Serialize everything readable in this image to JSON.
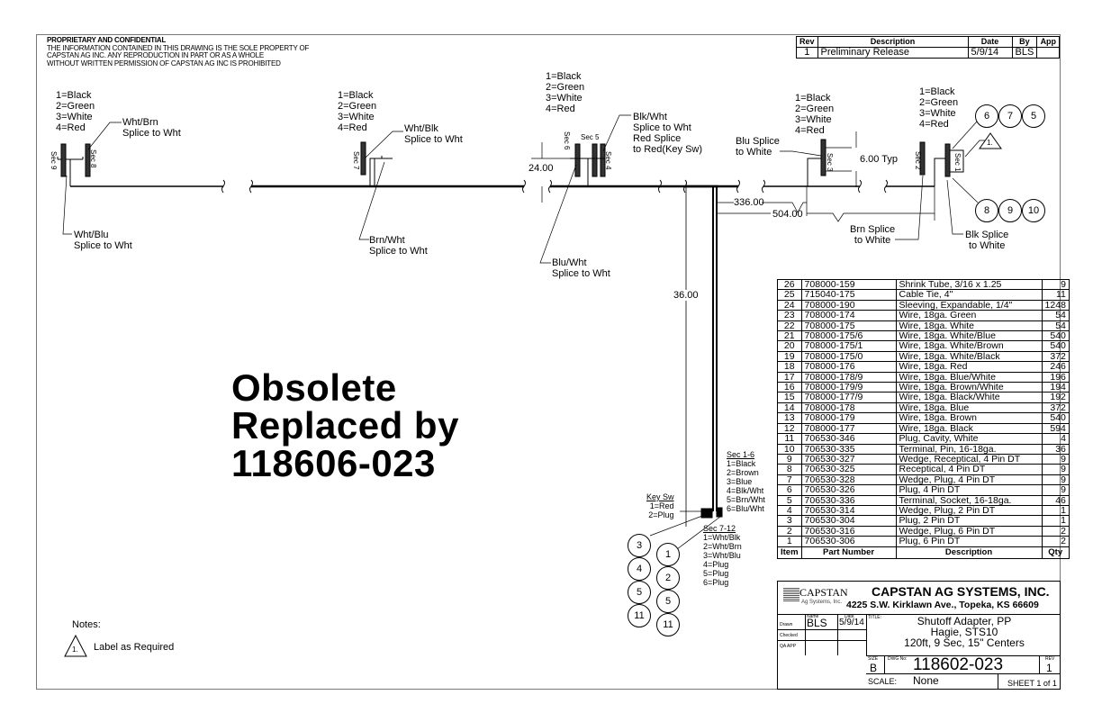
{
  "proprietary": {
    "heading": "PROPRIETARY AND CONFIDENTIAL",
    "lines": [
      "THE INFORMATION CONTAINED IN THIS DRAWING IS THE SOLE PROPERTY OF",
      "CAPSTAN AG INC. ANY REPRODUCTION IN PART OR AS A WHOLE",
      "WITHOUT WRITTEN PERMISSION OF CAPSTAN AG INC IS PROHIBITED"
    ]
  },
  "revision_block": {
    "headers": {
      "rev": "Rev",
      "description": "Description",
      "date": "Date",
      "by": "By",
      "app": "App"
    },
    "rows": [
      {
        "rev": "1",
        "description": "Preliminary Release",
        "date": "5/9/14",
        "by": "BLS",
        "app": ""
      }
    ]
  },
  "pin_legend": [
    "1=Black",
    "2=Green",
    "3=White",
    "4=Red"
  ],
  "sections": {
    "sec9": "Sec 9",
    "sec8": "Sec 8",
    "sec7": "Sec 7",
    "sec6": "Sec 6",
    "sec5": "Sec 5",
    "sec4": "Sec 4",
    "sec3": "Sec 3",
    "sec2": "Sec 2",
    "sec1": "Sec 1"
  },
  "callouts": {
    "wht_brn": [
      "Wht/Brn",
      "Splice to Wht"
    ],
    "wht_blu": [
      "Wht/Blu",
      "Splice to Wht"
    ],
    "wht_blk": [
      "Wht/Blk",
      "Splice to Wht"
    ],
    "brn_wht": [
      "Brn/Wht",
      "Splice to Wht"
    ],
    "blk_wht": [
      "Blk/Wht",
      "Splice to Wht",
      "Red Splice",
      "to Red(Key Sw)"
    ],
    "blu_wht": [
      "Blu/Wht",
      "Splice to Wht"
    ],
    "blu_splice": [
      "Blu Splice",
      "to White"
    ],
    "brn_splice": [
      "Brn Splice",
      "to White"
    ],
    "blk_splice": [
      "Blk Splice",
      "to White"
    ]
  },
  "dimensions": {
    "d24": "24.00",
    "d6typ": "6.00 Typ",
    "d336": "336.00",
    "d504": "504.00",
    "d36": "36.00"
  },
  "balloons_top": [
    "6",
    "7",
    "5"
  ],
  "balloons_bottom": [
    "8",
    "9",
    "10"
  ],
  "note_flag": "1.",
  "connector_legends": {
    "sec1_6": {
      "title": "Sec 1-6",
      "pins": [
        "1=Black",
        "2=Brown",
        "3=Blue",
        "4=Blk/Wht",
        "5=Brn/Wht",
        "6=Blu/Wht"
      ]
    },
    "key_sw": {
      "title": "Key Sw",
      "pins": [
        "1=Red",
        "2=Plug"
      ]
    },
    "sec7_12": {
      "title": "Sec 7-12",
      "pins": [
        "1=Wht/Blk",
        "2=Wht/Brn",
        "3=Wht/Blu",
        "4=Plug",
        "5=Plug",
        "6=Plug"
      ]
    }
  },
  "balloons_left_col": [
    "3",
    "4",
    "5",
    "11"
  ],
  "balloons_right_col": [
    "1",
    "2",
    "5",
    "11"
  ],
  "obsolete_stamp": [
    "Obsolete",
    "Replaced by",
    "118606-023"
  ],
  "notes": {
    "heading": "Notes:",
    "items": [
      {
        "flag": "1.",
        "text": "Label as Required"
      }
    ]
  },
  "bom": {
    "headers": {
      "item": "Item",
      "part": "Part Number",
      "desc": "Description",
      "qty": "Qty"
    },
    "rows": [
      {
        "item": "26",
        "part": "708000-159",
        "desc": "Shrink Tube, 3/16 x 1.25",
        "qty": "9"
      },
      {
        "item": "25",
        "part": "715040-175",
        "desc": "Cable Tie, 4\"",
        "qty": "11"
      },
      {
        "item": "24",
        "part": "708000-190",
        "desc": "Sleeving, Expandable, 1/4\"",
        "qty": "1248"
      },
      {
        "item": "23",
        "part": "708000-174",
        "desc": "Wire, 18ga. Green",
        "qty": "54"
      },
      {
        "item": "22",
        "part": "708000-175",
        "desc": "Wire, 18ga. White",
        "qty": "54"
      },
      {
        "item": "21",
        "part": "708000-175/6",
        "desc": "Wire, 18ga. White/Blue",
        "qty": "540"
      },
      {
        "item": "20",
        "part": "708000-175/1",
        "desc": "Wire, 18ga. White/Brown",
        "qty": "540"
      },
      {
        "item": "19",
        "part": "708000-175/0",
        "desc": "Wire, 18ga. White/Black",
        "qty": "372"
      },
      {
        "item": "18",
        "part": "708000-176",
        "desc": "Wire, 18ga. Red",
        "qty": "246"
      },
      {
        "item": "17",
        "part": "708000-178/9",
        "desc": "Wire, 18ga. Blue/White",
        "qty": "196"
      },
      {
        "item": "16",
        "part": "708000-179/9",
        "desc": "Wire, 18ga. Brown/White",
        "qty": "194"
      },
      {
        "item": "15",
        "part": "708000-177/9",
        "desc": "Wire, 18ga. Black/White",
        "qty": "192"
      },
      {
        "item": "14",
        "part": "708000-178",
        "desc": "Wire, 18ga. Blue",
        "qty": "372"
      },
      {
        "item": "13",
        "part": "708000-179",
        "desc": "Wire, 18ga. Brown",
        "qty": "540"
      },
      {
        "item": "12",
        "part": "708000-177",
        "desc": "Wire, 18ga. Black",
        "qty": "594"
      },
      {
        "item": "11",
        "part": "706530-346",
        "desc": "Plug, Cavity, White",
        "qty": "4"
      },
      {
        "item": "10",
        "part": "706530-335",
        "desc": "Terminal, Pin, 16-18ga.",
        "qty": "36"
      },
      {
        "item": "9",
        "part": "706530-327",
        "desc": "Wedge, Receptical, 4 Pin DT",
        "qty": "9"
      },
      {
        "item": "8",
        "part": "706530-325",
        "desc": "Receptical, 4 Pin DT",
        "qty": "9"
      },
      {
        "item": "7",
        "part": "706530-328",
        "desc": "Wedge, Plug, 4 Pin DT",
        "qty": "9"
      },
      {
        "item": "6",
        "part": "706530-326",
        "desc": "Plug, 4 Pin DT",
        "qty": "9"
      },
      {
        "item": "5",
        "part": "706530-336",
        "desc": "Terminal, Socket, 16-18ga.",
        "qty": "46"
      },
      {
        "item": "4",
        "part": "706530-314",
        "desc": "Wedge, Plug, 2 Pin DT",
        "qty": "1"
      },
      {
        "item": "3",
        "part": "706530-304",
        "desc": "Plug, 2 Pin DT",
        "qty": "1"
      },
      {
        "item": "2",
        "part": "706530-316",
        "desc": "Wedge, Plug, 6 Pin DT",
        "qty": "2"
      },
      {
        "item": "1",
        "part": "706530-306",
        "desc": "Plug, 6 Pin DT",
        "qty": "2"
      }
    ]
  },
  "title_block": {
    "logo_text": "CAPSTAN",
    "logo_sub": "Ag Systems, Inc.",
    "company": "CAPSTAN AG SYSTEMS, INC.",
    "address": "4225 S.W. Kirklawn Ave., Topeka, KS 66609",
    "name_hdr": "Name",
    "date_hdr": "Date",
    "drawn_lbl": "Drawn",
    "drawn_name": "BLS",
    "drawn_date": "5/9/14",
    "checked_lbl": "Checked",
    "qa_lbl": "QA APP",
    "title_lbl": "TITLE:",
    "title_lines": [
      "Shutoff Adapter, PP",
      "Hagie, STS10",
      "120ft, 9 Sec, 15\" Centers"
    ],
    "size_lbl": "SIZE",
    "size": "B",
    "dwg_lbl": "DWG No:",
    "dwg_no": "118602-023",
    "rev_lbl": "REV",
    "rev": "1",
    "scale_lbl": "SCALE:",
    "scale": "None",
    "sheet": "SHEET 1 of 1"
  }
}
